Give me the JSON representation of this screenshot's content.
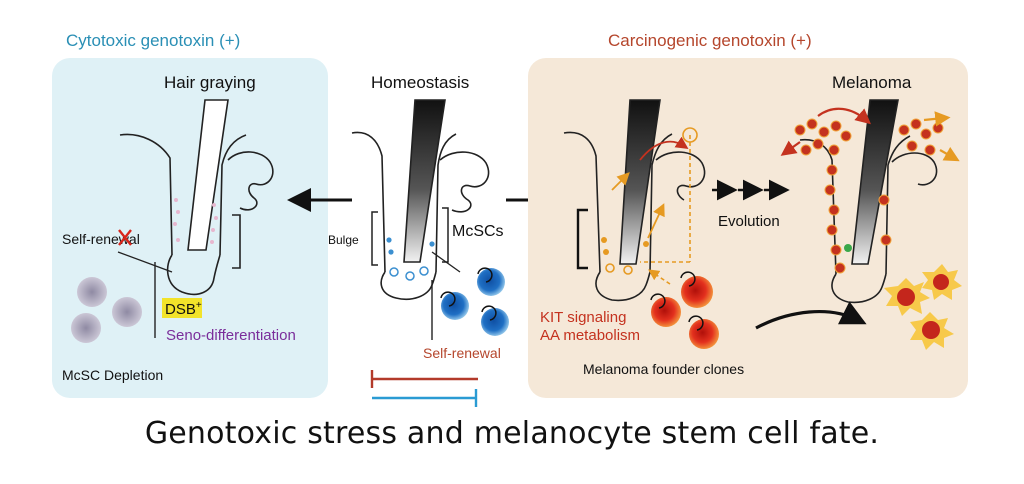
{
  "colors": {
    "left_panel": "#dff1f6",
    "right_panel": "#f5e8d8",
    "left_header": "#2a8fb5",
    "right_header": "#b5462c",
    "melanoma_red": "#d8261c",
    "stem_blue": "#1f6fc4",
    "orange": "#e69a22",
    "purple": "#7a2d9a",
    "highlight_yellow": "#f2e32a",
    "inhibit_red": "#b33a2a",
    "inhibit_blue": "#2a9bd3"
  },
  "left": {
    "header": "Cytotoxic genotoxin (+)",
    "title": "Hair graying",
    "self_renewal": "Self-renewal",
    "dsb": "DSB",
    "dsb_sup": "+",
    "seno": "Seno-differentiation",
    "depletion": "McSC Depletion"
  },
  "center": {
    "title": "Homeostasis",
    "bulge": "Bulge",
    "mcscs": "McSCs",
    "self_renewal": "Self-renewal"
  },
  "right": {
    "header": "Carcinogenic genotoxin (+)",
    "title": "Melanoma",
    "evolution": "Evolution",
    "kit": "KIT signaling",
    "aa": "AA metabolism",
    "founder": "Melanoma founder clones"
  },
  "caption": "Genotoxic stress and melanocyte stem cell fate."
}
